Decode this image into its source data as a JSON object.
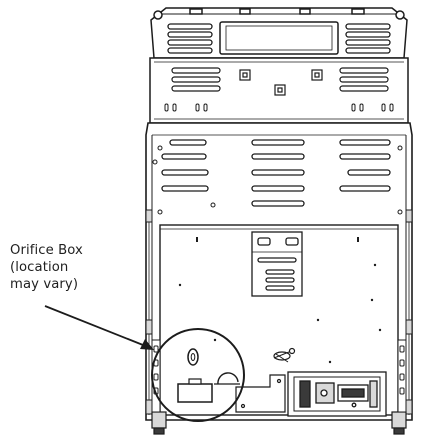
{
  "callout": {
    "line1": "Orifice Box",
    "line2": "(location",
    "line3": "may vary)"
  },
  "colors": {
    "line": "#1c1c1c",
    "fill": "#ffffff",
    "shade": "#d9d9d9",
    "dark": "#3a3a3a"
  },
  "icons": {
    "arrow": "arrow-pointer-icon",
    "highlight": "circle-highlight-icon"
  }
}
